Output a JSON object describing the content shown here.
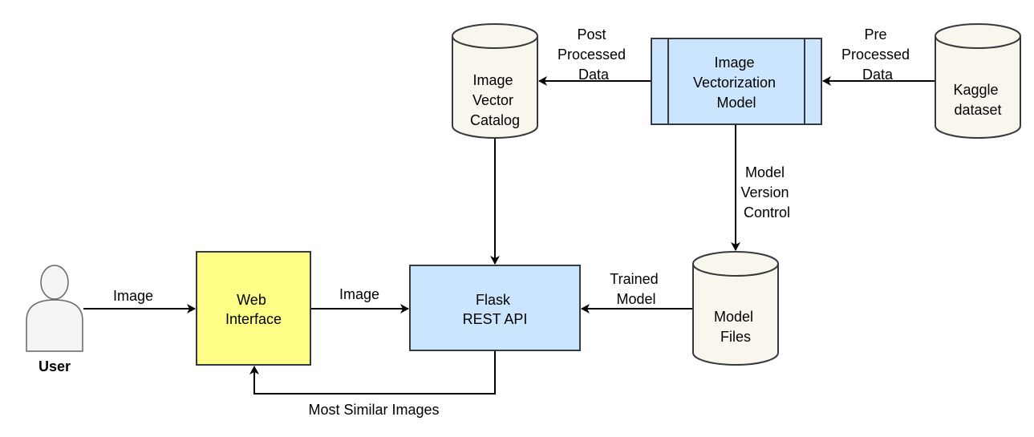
{
  "colors": {
    "process_fill": "#cce5ff",
    "ui_fill": "#ffff88",
    "db_fill": "#f9f7ed",
    "actor_fill": "#f5f5f5",
    "stroke": "#36393d"
  },
  "nodes": {
    "user": {
      "label": "User"
    },
    "web_interface": {
      "lines": [
        "Web",
        "Interface"
      ]
    },
    "flask_api": {
      "lines": [
        "Flask",
        "REST API"
      ]
    },
    "image_vector_catalog": {
      "lines": [
        "Image",
        "Vector",
        "Catalog"
      ]
    },
    "vectorization_model": {
      "lines": [
        "Image",
        "Vectorization",
        "Model"
      ]
    },
    "kaggle_dataset": {
      "lines": [
        "Kaggle",
        "dataset"
      ]
    },
    "model_files": {
      "lines": [
        "Model",
        "Files"
      ]
    }
  },
  "edges": {
    "user_to_web": {
      "lines": [
        "Image"
      ]
    },
    "web_to_flask": {
      "lines": [
        "Image"
      ]
    },
    "model_to_catalog": {
      "lines": [
        "Post",
        "Processed",
        "Data"
      ]
    },
    "kaggle_to_model": {
      "lines": [
        "Pre",
        "Processed",
        "Data"
      ]
    },
    "model_to_files": {
      "lines": [
        "Model",
        "Version",
        "Control"
      ]
    },
    "files_to_flask": {
      "lines": [
        "Trained",
        "Model"
      ]
    },
    "flask_to_web": {
      "lines": [
        "Most Similar Images"
      ]
    }
  }
}
